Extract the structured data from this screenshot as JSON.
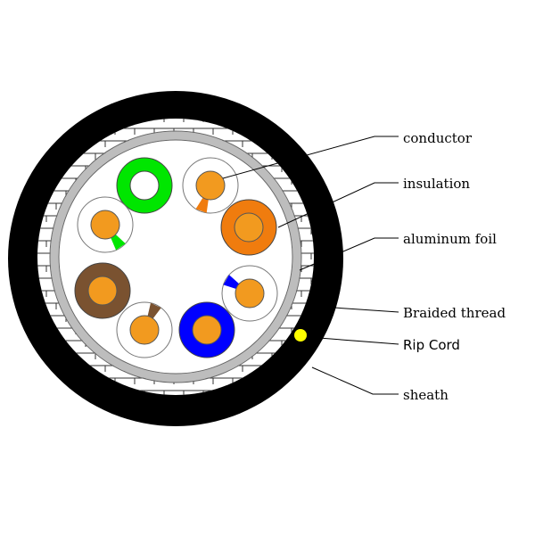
{
  "labels": {
    "conductor": "conductor",
    "insulation": "insulation",
    "aluminum_foil": "aluminum foil",
    "braided_thread": "Braided thread",
    "rip_cord": "Rip Cord",
    "sheath": "sheath"
  },
  "colors": {
    "sheath": "#000000",
    "braid_background": "#ffffff",
    "braid_lines": "#333333",
    "aluminum_foil": "#bdbdbd",
    "conductor": "#f29a1f",
    "rip_cord": "#ffff00",
    "pairs": [
      "#00e600",
      "#f07c0e",
      "#0000ff",
      "#7a5230"
    ],
    "stripe_insulation": "#ffffff"
  },
  "wires": [
    {
      "name": "green-solid-wire",
      "solid": true,
      "color": "#00e600",
      "hollow": true
    },
    {
      "name": "white-orange-wire",
      "solid": false,
      "color": "#f07c0e"
    },
    {
      "name": "orange-solid-wire",
      "solid": true,
      "color": "#f07c0e"
    },
    {
      "name": "white-blue-wire",
      "solid": false,
      "color": "#0000ff"
    },
    {
      "name": "blue-solid-wire",
      "solid": true,
      "color": "#0000ff"
    },
    {
      "name": "white-brown-wire",
      "solid": false,
      "color": "#7a5230"
    },
    {
      "name": "brown-solid-wire",
      "solid": true,
      "color": "#7a5230"
    },
    {
      "name": "white-green-wire",
      "solid": false,
      "color": "#00e600"
    }
  ]
}
